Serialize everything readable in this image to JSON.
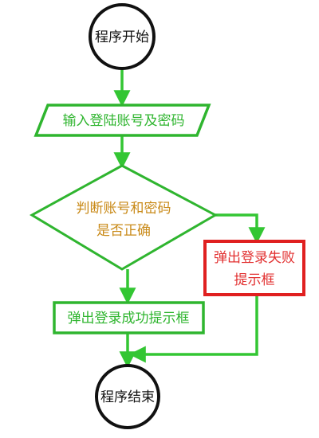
{
  "colors": {
    "flow_line": "#33c633",
    "start_end_border": "#111111",
    "step_border": "#2fb52f",
    "decision_text": "#c98a18",
    "failure_border": "#e02020",
    "failure_text": "#e23030",
    "background": "#ffffff"
  },
  "nodes": {
    "start": {
      "label": "程序开始",
      "shape": "circle"
    },
    "input": {
      "label": "输入登陆账号及密码",
      "shape": "parallelogram"
    },
    "decision": {
      "line1": "判断账号和密码",
      "line2": "是否正确",
      "shape": "diamond"
    },
    "failure": {
      "line1": "弹出登录失败",
      "line2": "提示框",
      "shape": "rectangle"
    },
    "success": {
      "label": "弹出登录成功提示框",
      "shape": "rectangle"
    },
    "end": {
      "label": "程序结束",
      "shape": "circle"
    }
  }
}
